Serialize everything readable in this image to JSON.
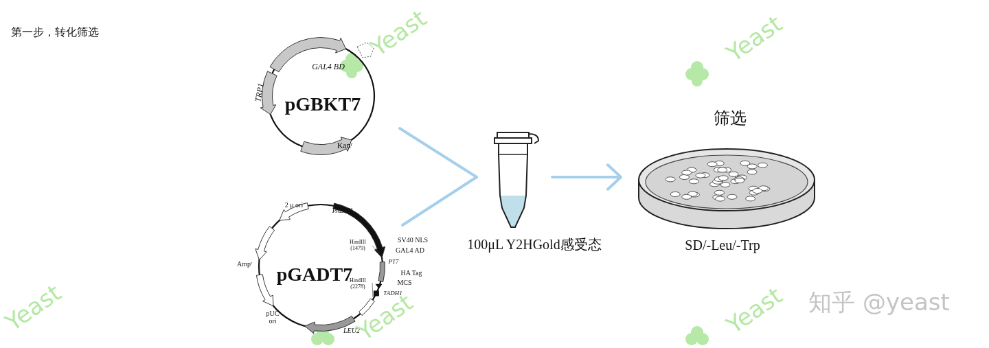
{
  "diagram": {
    "title": "第一步，转化筛选",
    "nodes": [
      {
        "text": [
          "pGBKT7",
          "GAL4 BD",
          "TRP1",
          "Kanʳ"
        ]
      },
      {
        "text": [
          "pGADT7",
          "2 μ ori",
          "PADH1",
          "HindIII (1479)",
          "SV40 NLS",
          "GAL4 AD",
          "PT7",
          "HA Tag",
          "MCS",
          "HindIII (2278)",
          "TADH1",
          "LEU2",
          "pUC ori",
          "Ampʳ"
        ]
      },
      {
        "text": [
          "100μL Y2HGold感受态"
        ]
      },
      {
        "text": [
          "筛选",
          "SD/-Leu/-Trp"
        ]
      }
    ],
    "edges": [
      {
        "from": 0,
        "to": 2,
        "arrow": "none"
      },
      {
        "from": 1,
        "to": 2,
        "arrow": "none"
      },
      {
        "from": 2,
        "to": 3,
        "arrow": "to"
      }
    ],
    "labels": [
      "Yeast",
      "Yeast",
      "Yeast",
      "Yeast",
      "Yeast",
      "知乎 @yeast"
    ]
  }
}
